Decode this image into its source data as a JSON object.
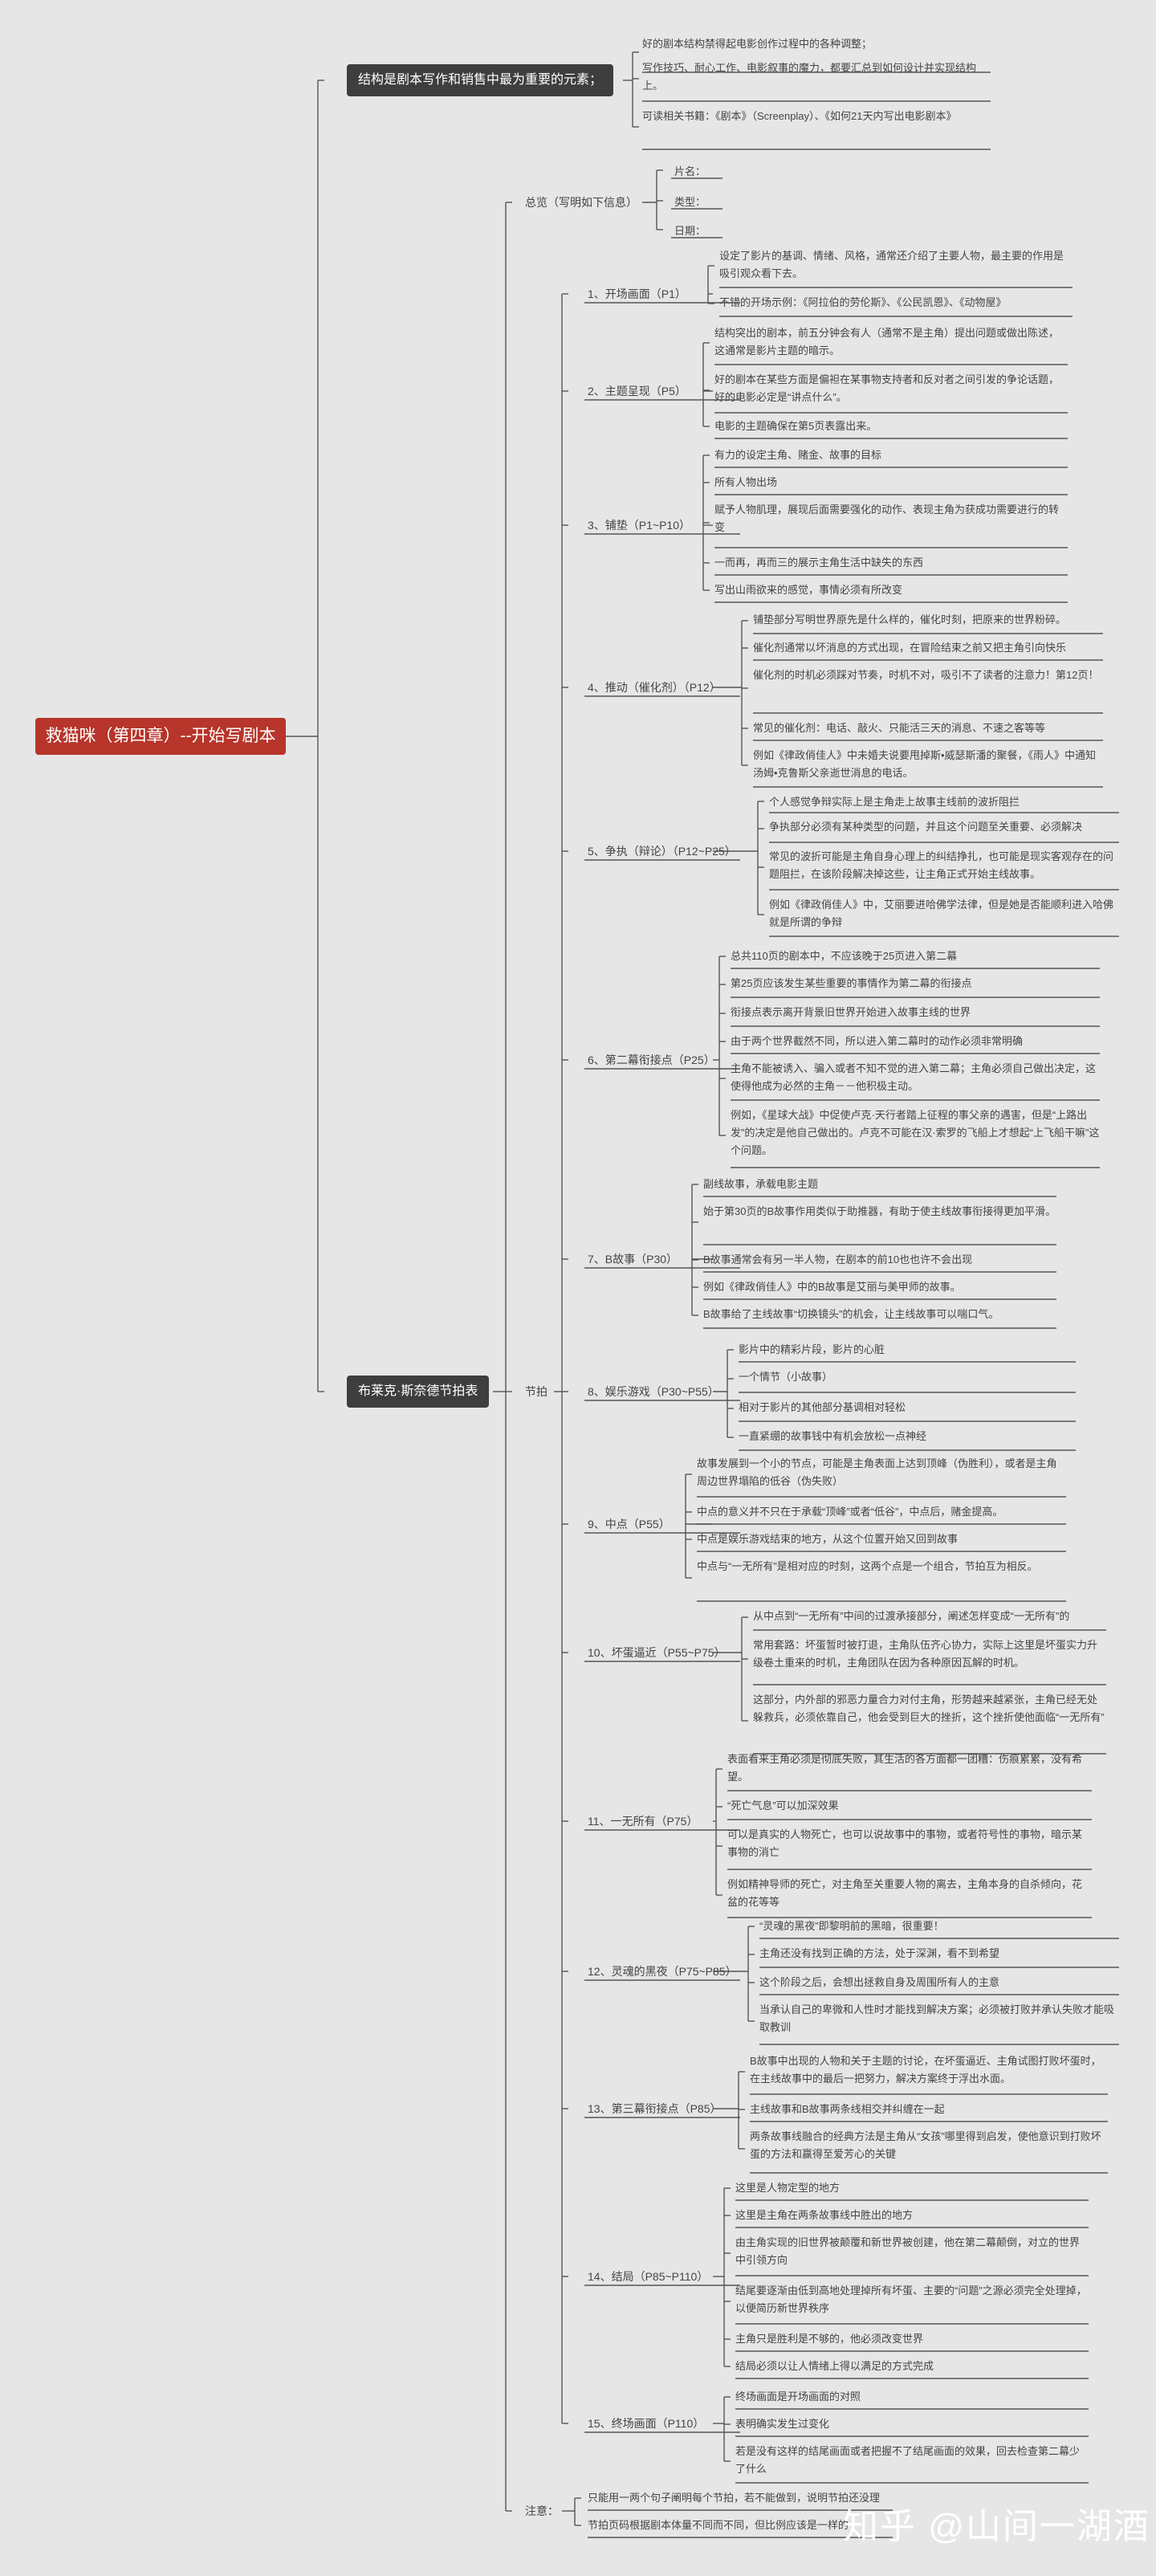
{
  "root": "救猫咪（第四章）--开始写剧本",
  "branch1": {
    "label": "结构是剧本写作和销售中最为重要的元素；",
    "items": [
      "好的剧本结构禁得起电影创作过程中的各种调整；",
      "写作技巧、耐心工作、电影叙事的魔力，都要汇总到如何设计并实现结构上。",
      "可读相关书籍：《剧本》（Screenplay）、《如何21天内写出电影剧本》"
    ]
  },
  "branch2": {
    "label": "布莱克·斯奈德节拍表",
    "overview": {
      "label": "总览（写明如下信息）",
      "fields": [
        "片名：",
        "类型：",
        "日期："
      ]
    },
    "beats_label": "节拍",
    "beats": [
      {
        "title": "1、开场画面（P1）",
        "items": [
          "设定了影片的基调、情绪、风格，通常还介绍了主要人物，最主要的作用是吸引观众看下去。",
          "不错的开场示例：《阿拉伯的劳伦斯》、《公民凯恩》、《动物屋》"
        ]
      },
      {
        "title": "2、主题呈现（P5）",
        "items": [
          "结构突出的剧本，前五分钟会有人（通常不是主角）提出问题或做出陈述，这通常是影片主题的暗示。",
          "好的剧本在某些方面是偏袒在某事物支持者和反对者之间引发的争论话题，好的电影必定是“讲点什么”。",
          "电影的主题确保在第5页表露出来。"
        ]
      },
      {
        "title": "3、铺垫（P1~P10）",
        "items": [
          "有力的设定主角、赌金、故事的目标",
          "所有人物出场",
          "赋予人物肌理，展现后面需要强化的动作、表现主角为获成功需要进行的转变",
          "一而再，再而三的展示主角生活中缺失的东西",
          "写出山雨欲来的感觉，事情必须有所改变"
        ]
      },
      {
        "title": "4、推动（催化剂）（P12）",
        "items": [
          "铺垫部分写明世界原先是什么样的，催化时刻，把原来的世界粉碎。",
          "催化剂通常以坏消息的方式出现，在冒险结束之前又把主角引向快乐",
          "催化剂的时机必须踩对节奏，时机不对，吸引不了读者的注意力！第12页！",
          "常见的催化剂：电话、敲火、只能活三天的消息、不速之客等等",
          "例如《律政俏佳人》中未婚夫说要甩掉斯•威瑟斯潘的聚餐，《雨人》中通知汤姆•克鲁斯父亲逝世消息的电话。"
        ]
      },
      {
        "title": "5、争执（辩论）（P12~P25）",
        "items": [
          "个人感觉争辩实际上是主角走上故事主线前的波折阻拦",
          "争执部分必须有某种类型的问题，并且这个问题至关重要、必须解决",
          "常见的波折可能是主角自身心理上的纠结挣扎，也可能是现实客观存在的问题阻拦，在该阶段解决掉这些，让主角正式开始主线故事。",
          "例如《律政俏佳人》中，艾丽要进哈佛学法律，但是她是否能顺利进入哈佛就是所谓的争辩"
        ]
      },
      {
        "title": "6、第二幕衔接点（P25）",
        "items": [
          "总共110页的剧本中，不应该晚于25页进入第二幕",
          "第25页应该发生某些重要的事情作为第二幕的衔接点",
          "衔接点表示离开背景旧世界开始进入故事主线的世界",
          "由于两个世界截然不同，所以进入第二幕时的动作必须非常明确",
          "主角不能被诱入、骗入或者不知不觉的进入第二幕；主角必须自己做出决定，这使得他成为必然的主角－－他积极主动。",
          "例如，《星球大战》中促使卢克·天行者踏上征程的事父亲的遇害，但是“上路出发”的决定是他自己做出的。卢克不可能在汉·索罗的飞船上才想起“上飞船干嘛”这个问题。"
        ]
      },
      {
        "title": "7、B故事（P30）",
        "items": [
          "副线故事，承载电影主题",
          "始于第30页的B故事作用类似于助推器，有助于使主线故事衔接得更加平滑。",
          "B故事通常会有另一半人物，在剧本的前10也也许不会出现",
          "例如《律政俏佳人》中的B故事是艾丽与美甲师的故事。",
          "B故事给了主线故事“切换镜头”的机会，让主线故事可以喘口气。"
        ]
      },
      {
        "title": "8、娱乐游戏（P30~P55）",
        "items": [
          "影片中的精彩片段，影片的心脏",
          "一个情节（小故事）",
          "相对于影片的其他部分基调相对轻松",
          "一直紧绷的故事钱中有机会放松一点神经"
        ]
      },
      {
        "title": "9、中点（P55）",
        "items": [
          "故事发展到一个小的节点，可能是主角表面上达到顶峰（伪胜利），或者是主角周边世界塌陷的低谷（伪失败）",
          "中点的意义并不只在于承载“顶峰”或者“低谷”，中点后，赌金提高。",
          "中点是娱乐游戏结束的地方，从这个位置开始又回到故事",
          "中点与“一无所有”是相对应的时刻，这两个点是一个组合，节拍互为相反。"
        ]
      },
      {
        "title": "10、坏蛋逼近（P55~P75）",
        "items": [
          "从中点到“一无所有”中间的过渡承接部分，阐述怎样变成“一无所有”的",
          "常用套路：坏蛋暂时被打退，主角队伍齐心协力，实际上这里是坏蛋实力升级卷土重来的时机，主角团队在因为各种原因瓦解的时机。",
          "这部分，内外部的邪恶力量合力对付主角，形势越来越紧张，主角已经无处躲救兵，必须依靠自己，他会受到巨大的挫折，这个挫折使他面临“一无所有”"
        ]
      },
      {
        "title": "11、一无所有（P75）",
        "items": [
          "表面看来主角必须是彻底失败，其生活的各方面都一团糟：伤痕累累，没有希望。",
          "“死亡气息”可以加深效果",
          "可以是真实的人物死亡，也可以说故事中的事物，或者符号性的事物，暗示某事物的消亡",
          "例如精神导师的死亡，对主角至关重要人物的离去，主角本身的自杀倾向，花盆的花等等"
        ]
      },
      {
        "title": "12、灵魂的黑夜（P75~P85）",
        "items": [
          "“灵魂的黑夜”即黎明前的黑暗，很重要！",
          "主角还没有找到正确的方法，处于深渊，看不到希望",
          "这个阶段之后，会想出拯救自身及周围所有人的主意",
          "当承认自己的卑微和人性时才能找到解决方案；必须被打败并承认失败才能吸取教训"
        ]
      },
      {
        "title": "13、第三幕衔接点（P85）",
        "items": [
          "B故事中出现的人物和关于主题的讨论，在坏蛋逼近、主角试图打败坏蛋时，在主线故事中的最后一把努力，解决方案终于浮出水面。",
          "主线故事和B故事两条线相交并纠缠在一起",
          "两条故事线融合的经典方法是主角从“女孩”哪里得到启发，使他意识到打败坏蛋的方法和赢得至爱芳心的关键"
        ]
      },
      {
        "title": "14、结局（P85~P110）",
        "items": [
          "这里是人物定型的地方",
          "这里是主角在两条故事线中胜出的地方",
          "由主角实现的旧世界被颠覆和新世界被创建，他在第二幕颠倒，对立的世界中引领方向",
          "结尾要逐渐由低到高地处理掉所有坏蛋、主要的“问题”之源必须完全处理掉，以便简历新世界秩序",
          "主角只是胜利是不够的，他必须改变世界",
          "结局必须以让人情绪上得以满足的方式完成"
        ]
      },
      {
        "title": "15、终场画面（P110）",
        "items": [
          "终场画面是开场画面的对照",
          "表明确实发生过变化",
          "若是没有这样的结尾画面或者把握不了结尾画面的效果，回去检查第二幕少了什么"
        ]
      }
    ],
    "note": {
      "label": "注意：",
      "items": [
        "只能用一两个句子阐明每个节拍，若不能做到，说明节拍还没理清。",
        "节拍页码根据剧本体量不同而不同，但比例应该是一样的"
      ]
    }
  },
  "watermark": "知乎 @山间一湖酒",
  "colors": {
    "root": "#b7352a",
    "branch": "#3e3e3e",
    "line": "#555555",
    "background": "#e6e6e6"
  }
}
